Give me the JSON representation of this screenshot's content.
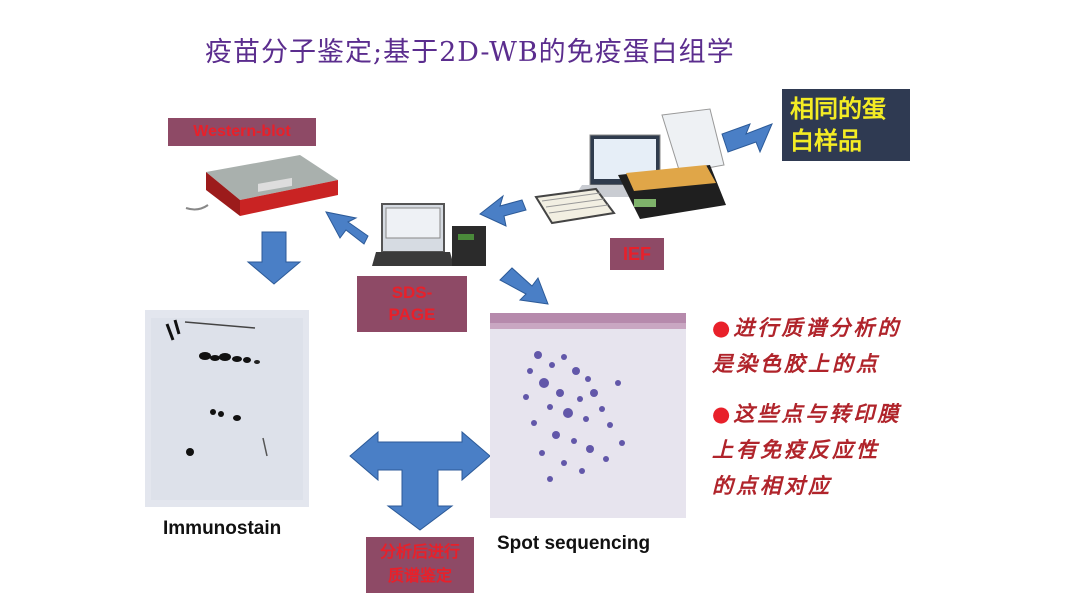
{
  "title": "疫苗分子鉴定;基于2D-WB的免疫蛋白组学",
  "labels": {
    "western_blot": "Western-blot",
    "sds_page_line1": "SDS-",
    "sds_page_line2": "PAGE",
    "ief": "IEF",
    "sample_line1": "相同的蛋",
    "sample_line2": "白样品",
    "analysis_line1": "分析后进行",
    "analysis_line2": "质谱鉴定"
  },
  "captions": {
    "immunostain": "Immunostain",
    "spot_sequencing": "Spot sequencing"
  },
  "bullets": {
    "b1_line1": "进行质谱分析的",
    "b1_line2": "是染色胶上的点",
    "b2_line1": "这些点与转印膜",
    "b2_line2": "上有免疫反应性",
    "b2_line3": "的点相对应",
    "marker": "●"
  },
  "colors": {
    "arrow": "#4a7fc6",
    "label_bg": "#8e4a66",
    "label_text": "#e8202a",
    "title": "#5b2d8e",
    "bullet_text": "#b0242b",
    "highlight_text": "#f4ec24"
  }
}
